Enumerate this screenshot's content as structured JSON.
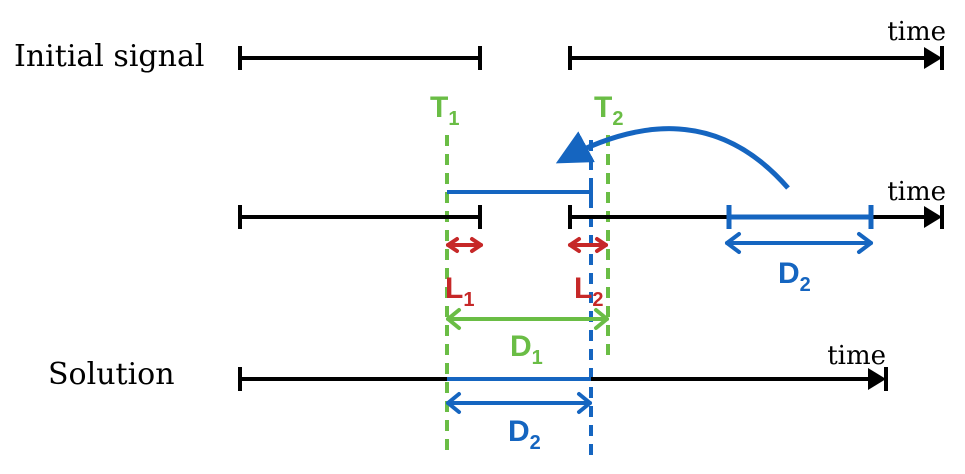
{
  "labels": {
    "initial_signal": "Initial signal",
    "solution": "Solution",
    "time": "time"
  },
  "markers": {
    "t1": {
      "letter": "T",
      "sub": "1"
    },
    "t2": {
      "letter": "T",
      "sub": "2"
    },
    "l1": {
      "letter": "L",
      "sub": "1"
    },
    "l2": {
      "letter": "L",
      "sub": "2"
    },
    "d1": {
      "letter": "D",
      "sub": "1"
    },
    "d2_top": {
      "letter": "D",
      "sub": "2"
    },
    "d2_bottom": {
      "letter": "D",
      "sub": "2"
    }
  },
  "colors": {
    "black": "#000000",
    "green": "#6abd45",
    "blue": "#1565c0",
    "red": "#c62828"
  }
}
